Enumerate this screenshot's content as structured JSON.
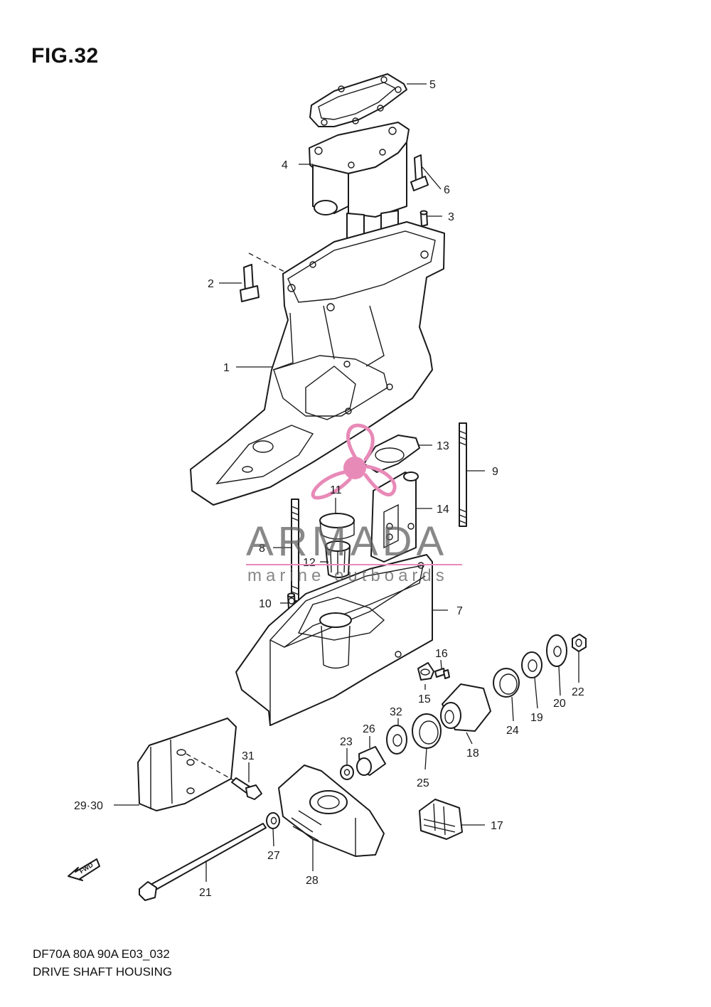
{
  "figure": {
    "title": "FIG.32",
    "model_code": "DF70A 80A 90A E03_032",
    "caption": "DRIVE SHAFT HOUSING"
  },
  "watermark": {
    "brand": "ARMADA",
    "tagline": "marine outboards",
    "accent_color": "#e88ab8"
  },
  "fwd_arrow_label": "FWD",
  "callouts": {
    "p1": "1",
    "p2": "2",
    "p3": "3",
    "p4": "4",
    "p5": "5",
    "p6": "6",
    "p7": "7",
    "p8": "8",
    "p9": "9",
    "p10": "10",
    "p11": "11",
    "p12": "12",
    "p13": "13",
    "p14": "14",
    "p15": "15",
    "p16": "16",
    "p17": "17",
    "p18": "18",
    "p19": "19",
    "p20": "20",
    "p21": "21",
    "p22": "22",
    "p23": "23",
    "p24": "24",
    "p25": "25",
    "p26": "26",
    "p27": "27",
    "p28": "28",
    "p29_30": "29·30",
    "p31": "31",
    "p32": "32"
  }
}
